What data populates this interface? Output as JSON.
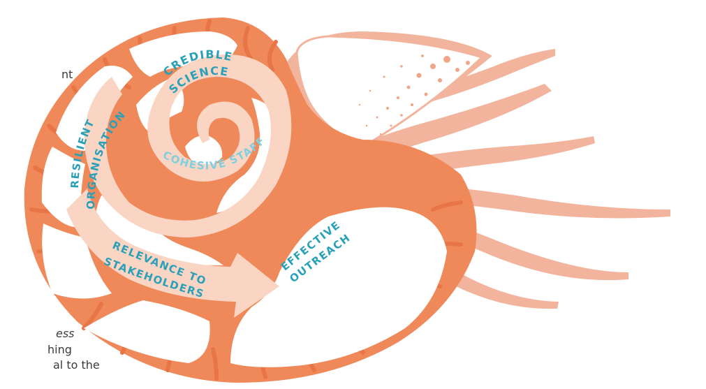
{
  "left_text": {
    "top_fragment": "nt",
    "bottom_fragments": [
      "ess",
      "hing",
      "al to the"
    ]
  },
  "labels": {
    "credible": "CREDIBLE",
    "science": "SCIENCE",
    "resilient": "RESILIENT",
    "organisation": "ORGANISATION",
    "cohesive": "COHESIVE STAFF",
    "relevance": "RELEVANCE TO",
    "stakeholders": "STAKEHOLDERS",
    "effective": "EFFECTIVE",
    "outreach": "OUTREACH"
  },
  "colors": {
    "shell": "#f0895a",
    "shell_stripe": "#e87545",
    "spiral_band": "#fbd5c4",
    "body": "#f2b49c",
    "label": "#2aa0b8"
  }
}
